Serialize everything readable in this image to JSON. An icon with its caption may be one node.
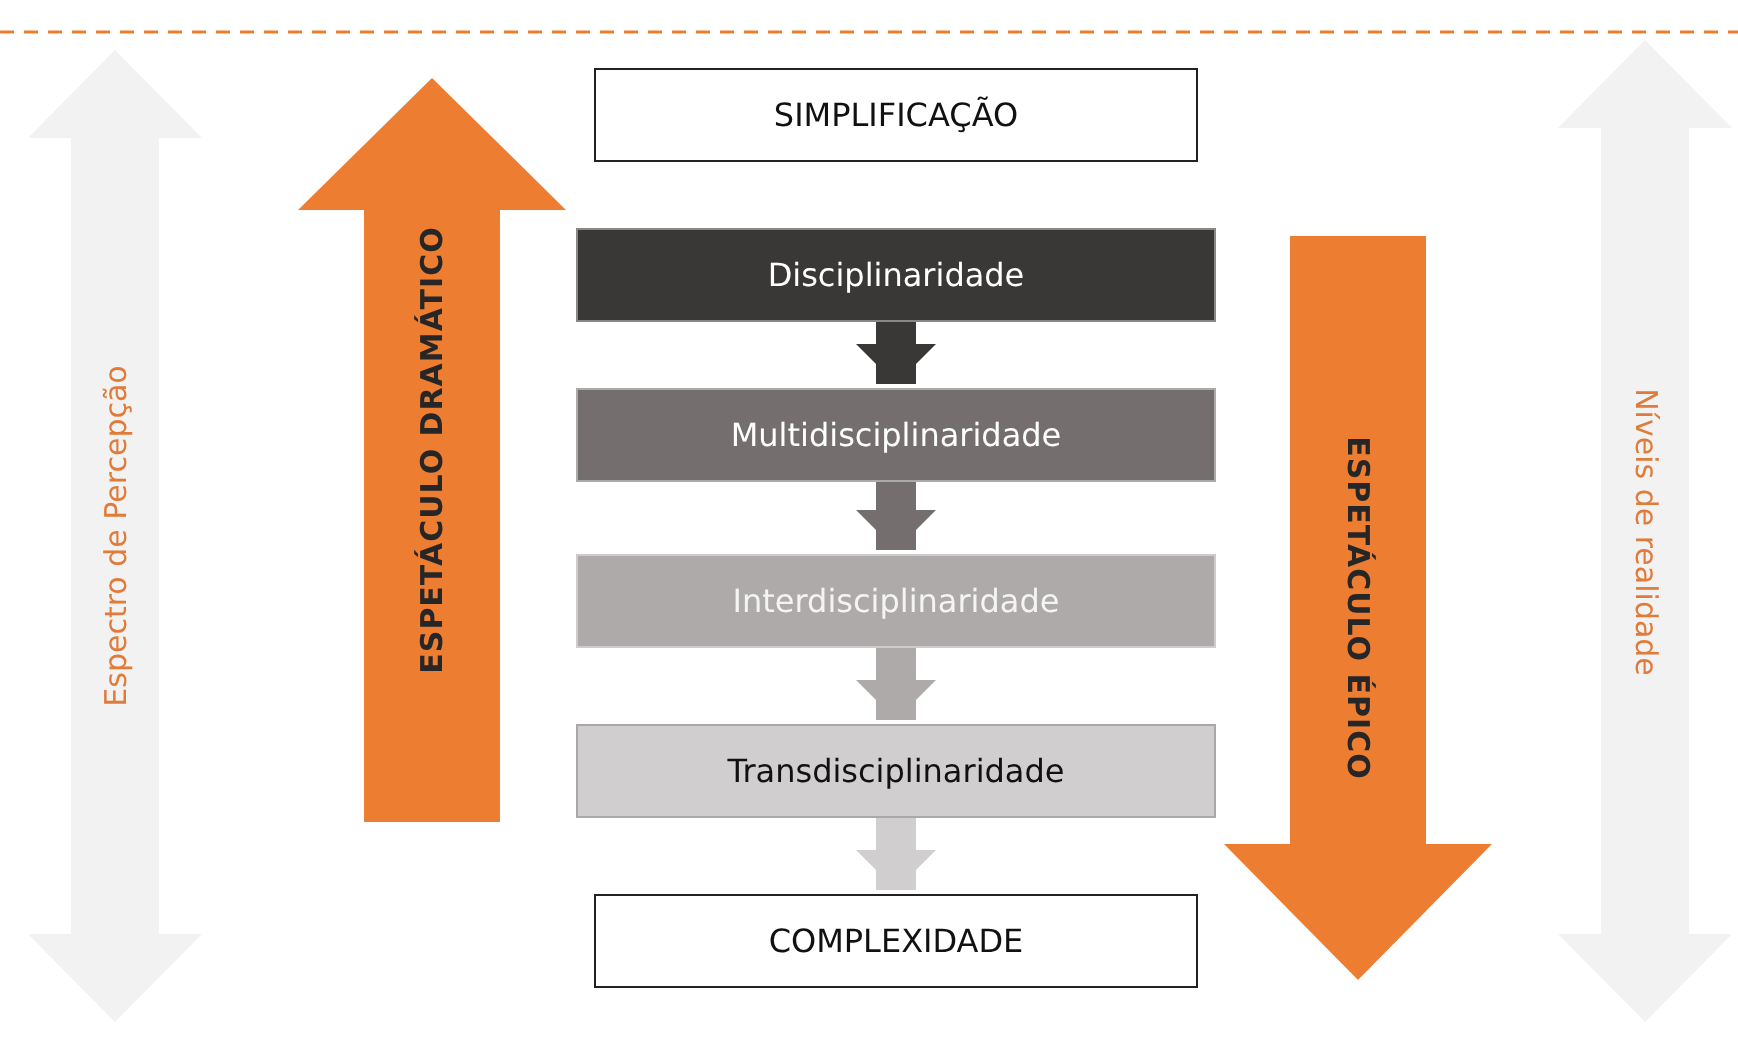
{
  "diagram": {
    "nodes": [
      {
        "text": [
          "Espectro de Percepção"
        ]
      },
      {
        "text": [
          "ESPETÁCULO DRAMÁTICO"
        ]
      },
      {
        "text": [
          "SIMPLIFICAÇÃO"
        ]
      },
      {
        "text": [
          "Disciplinaridade"
        ]
      },
      {
        "text": [
          "Multidisciplinaridade"
        ]
      },
      {
        "text": [
          "Interdisciplinaridade"
        ]
      },
      {
        "text": [
          "Transdisciplinaridade"
        ]
      },
      {
        "text": [
          "COMPLEXIDADE"
        ]
      },
      {
        "text": [
          "ESPETÁCULO ÉPICO"
        ]
      },
      {
        "text": [
          "Níveis de realidade"
        ]
      }
    ],
    "edges": [
      {
        "from": 3,
        "to": 4,
        "arrow": "to",
        "color": "#3a3836"
      },
      {
        "from": 4,
        "to": 5,
        "arrow": "to",
        "color": "#746f6e"
      },
      {
        "from": 5,
        "to": 6,
        "arrow": "to",
        "color": "#aeaaa9"
      },
      {
        "from": 6,
        "to": 7,
        "arrow": "to",
        "color": "#d0cece"
      }
    ]
  }
}
